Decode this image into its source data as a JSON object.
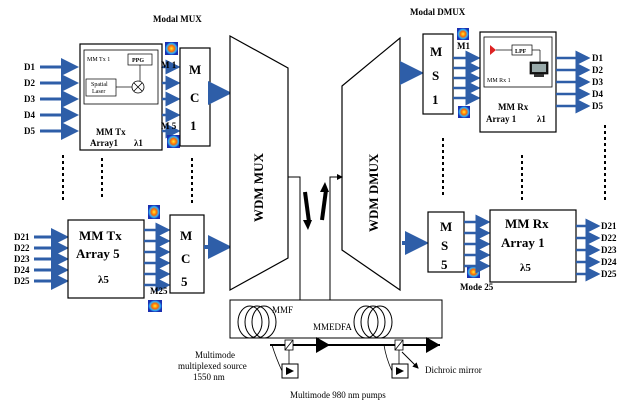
{
  "mux": {
    "title": "Modal MUX",
    "tx_top": {
      "inputs": [
        "D1",
        "D2",
        "D3",
        "D4",
        "D5"
      ],
      "inner_label": "MM Tx 1",
      "ppg": "PPG",
      "laser_line1": "Spatial",
      "laser_line2": "Laser",
      "array_line1": "MM Tx",
      "array_line2": "Array1",
      "lambda": "λ1",
      "m1": "M 1",
      "m5": "M 5",
      "mc_m": "M",
      "mc_c": "C",
      "mc_n": "1"
    },
    "tx_bottom": {
      "inputs": [
        "D21",
        "D22",
        "D23",
        "D24",
        "D25"
      ],
      "array_line1": "MM Tx",
      "array_line2": "Array 5",
      "lambda": "λ5",
      "m25": "M25",
      "mc_m": "M",
      "mc_c": "C",
      "mc_n": "5"
    }
  },
  "wdm_mux": "WDM MUX",
  "wdm_dmux": "WDM DMUX",
  "dmux": {
    "title": "Modal DMUX",
    "rx_top": {
      "outputs": [
        "D1",
        "D2",
        "D3",
        "D4",
        "D5"
      ],
      "ms_m": "M",
      "ms_s": "S",
      "ms_n": "1",
      "m1": "M1",
      "lpf": "LPF",
      "inner_label": "MM Rx 1",
      "array_line1": "MM Rx",
      "array_line2": "Array 1",
      "lambda": "λ1"
    },
    "rx_bottom": {
      "outputs": [
        "D21",
        "D22",
        "D23",
        "D24",
        "D25"
      ],
      "ms_m": "M",
      "ms_s": "S",
      "ms_n": "5",
      "mode_label": "Mode 25",
      "array_line1": "MM Rx",
      "array_line2": "Array 1",
      "lambda": "λ5"
    }
  },
  "link": {
    "mmf": "MMF",
    "mmedfa": "MMEDFA",
    "source_line1": "Multimode",
    "source_line2": "multiplexed source",
    "source_line3": "1550 nm",
    "pumps": "Multimode 980 nm pumps",
    "dichroic": "Dichroic mirror"
  }
}
